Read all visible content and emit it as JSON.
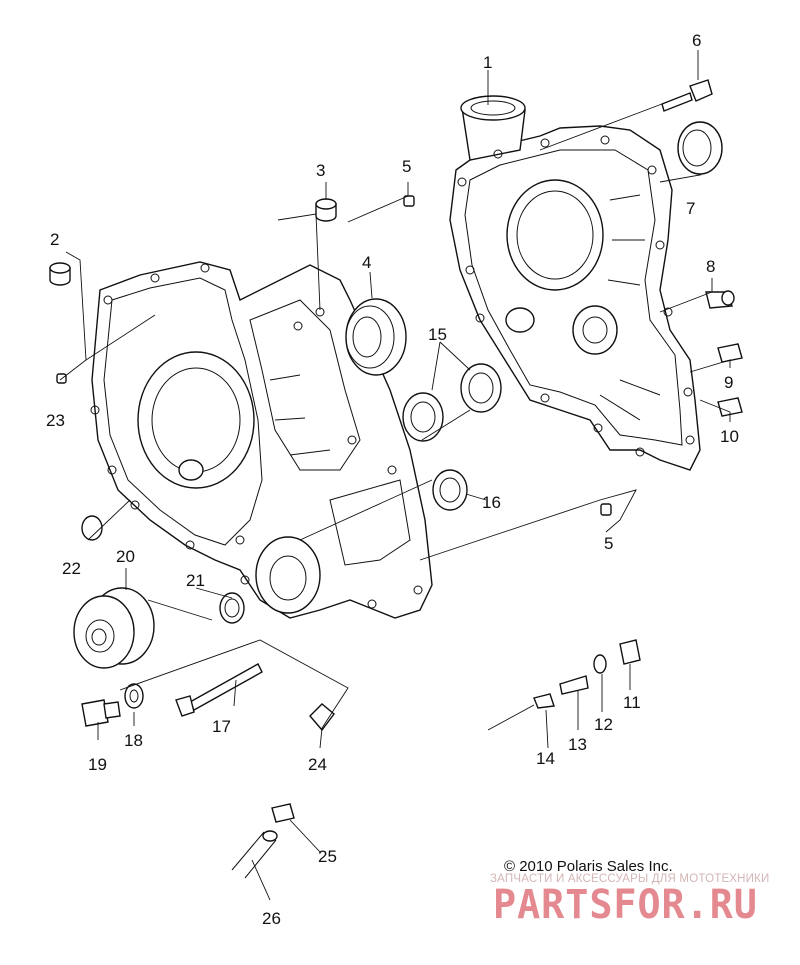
{
  "callouts": [
    "1",
    "2",
    "3",
    "4",
    "5",
    "5",
    "6",
    "7",
    "8",
    "9",
    "10",
    "11",
    "12",
    "13",
    "14",
    "15",
    "16",
    "17",
    "18",
    "19",
    "20",
    "21",
    "22",
    "23",
    "24",
    "25",
    "26"
  ],
  "copyright": "© 2010  Polaris Sales Inc.",
  "watermark": {
    "tagline": "ЗАПЧАСТИ И АКСЕССУАРЫ ДЛЯ МОТОТЕХНИКИ",
    "logo": "PARTSFOR.RU",
    "color": "#e3898f"
  }
}
